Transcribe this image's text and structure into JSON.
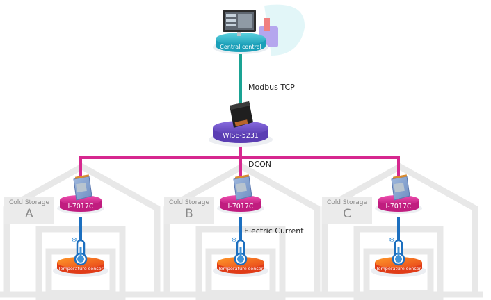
{
  "diagram": {
    "central": {
      "label": "Central control",
      "color": "#2bb3c8"
    },
    "gateway": {
      "label": "WISE-5231",
      "color": "#6c4fc4"
    },
    "protocols": {
      "upper": "Modbus TCP",
      "bus": "DCON",
      "sensor_link": "Electric Current"
    },
    "colors": {
      "upper_link": "#1a9e8f",
      "bus": "#d6288f",
      "sensor_link": "#1c6fbf",
      "module_disk": "#d6288f",
      "sensor_disk": "#f06a1a",
      "house": "#e6e6e6"
    },
    "storages": [
      {
        "title": "Cold Storage",
        "letter": "A",
        "module": "I-7017C",
        "sensor": "Temperature sensor"
      },
      {
        "title": "Cold Storage",
        "letter": "B",
        "module": "I-7017C",
        "sensor": "Temperature sensor"
      },
      {
        "title": "Cold Storage",
        "letter": "C",
        "module": "I-7017C",
        "sensor": "Temperature sensor"
      }
    ]
  }
}
